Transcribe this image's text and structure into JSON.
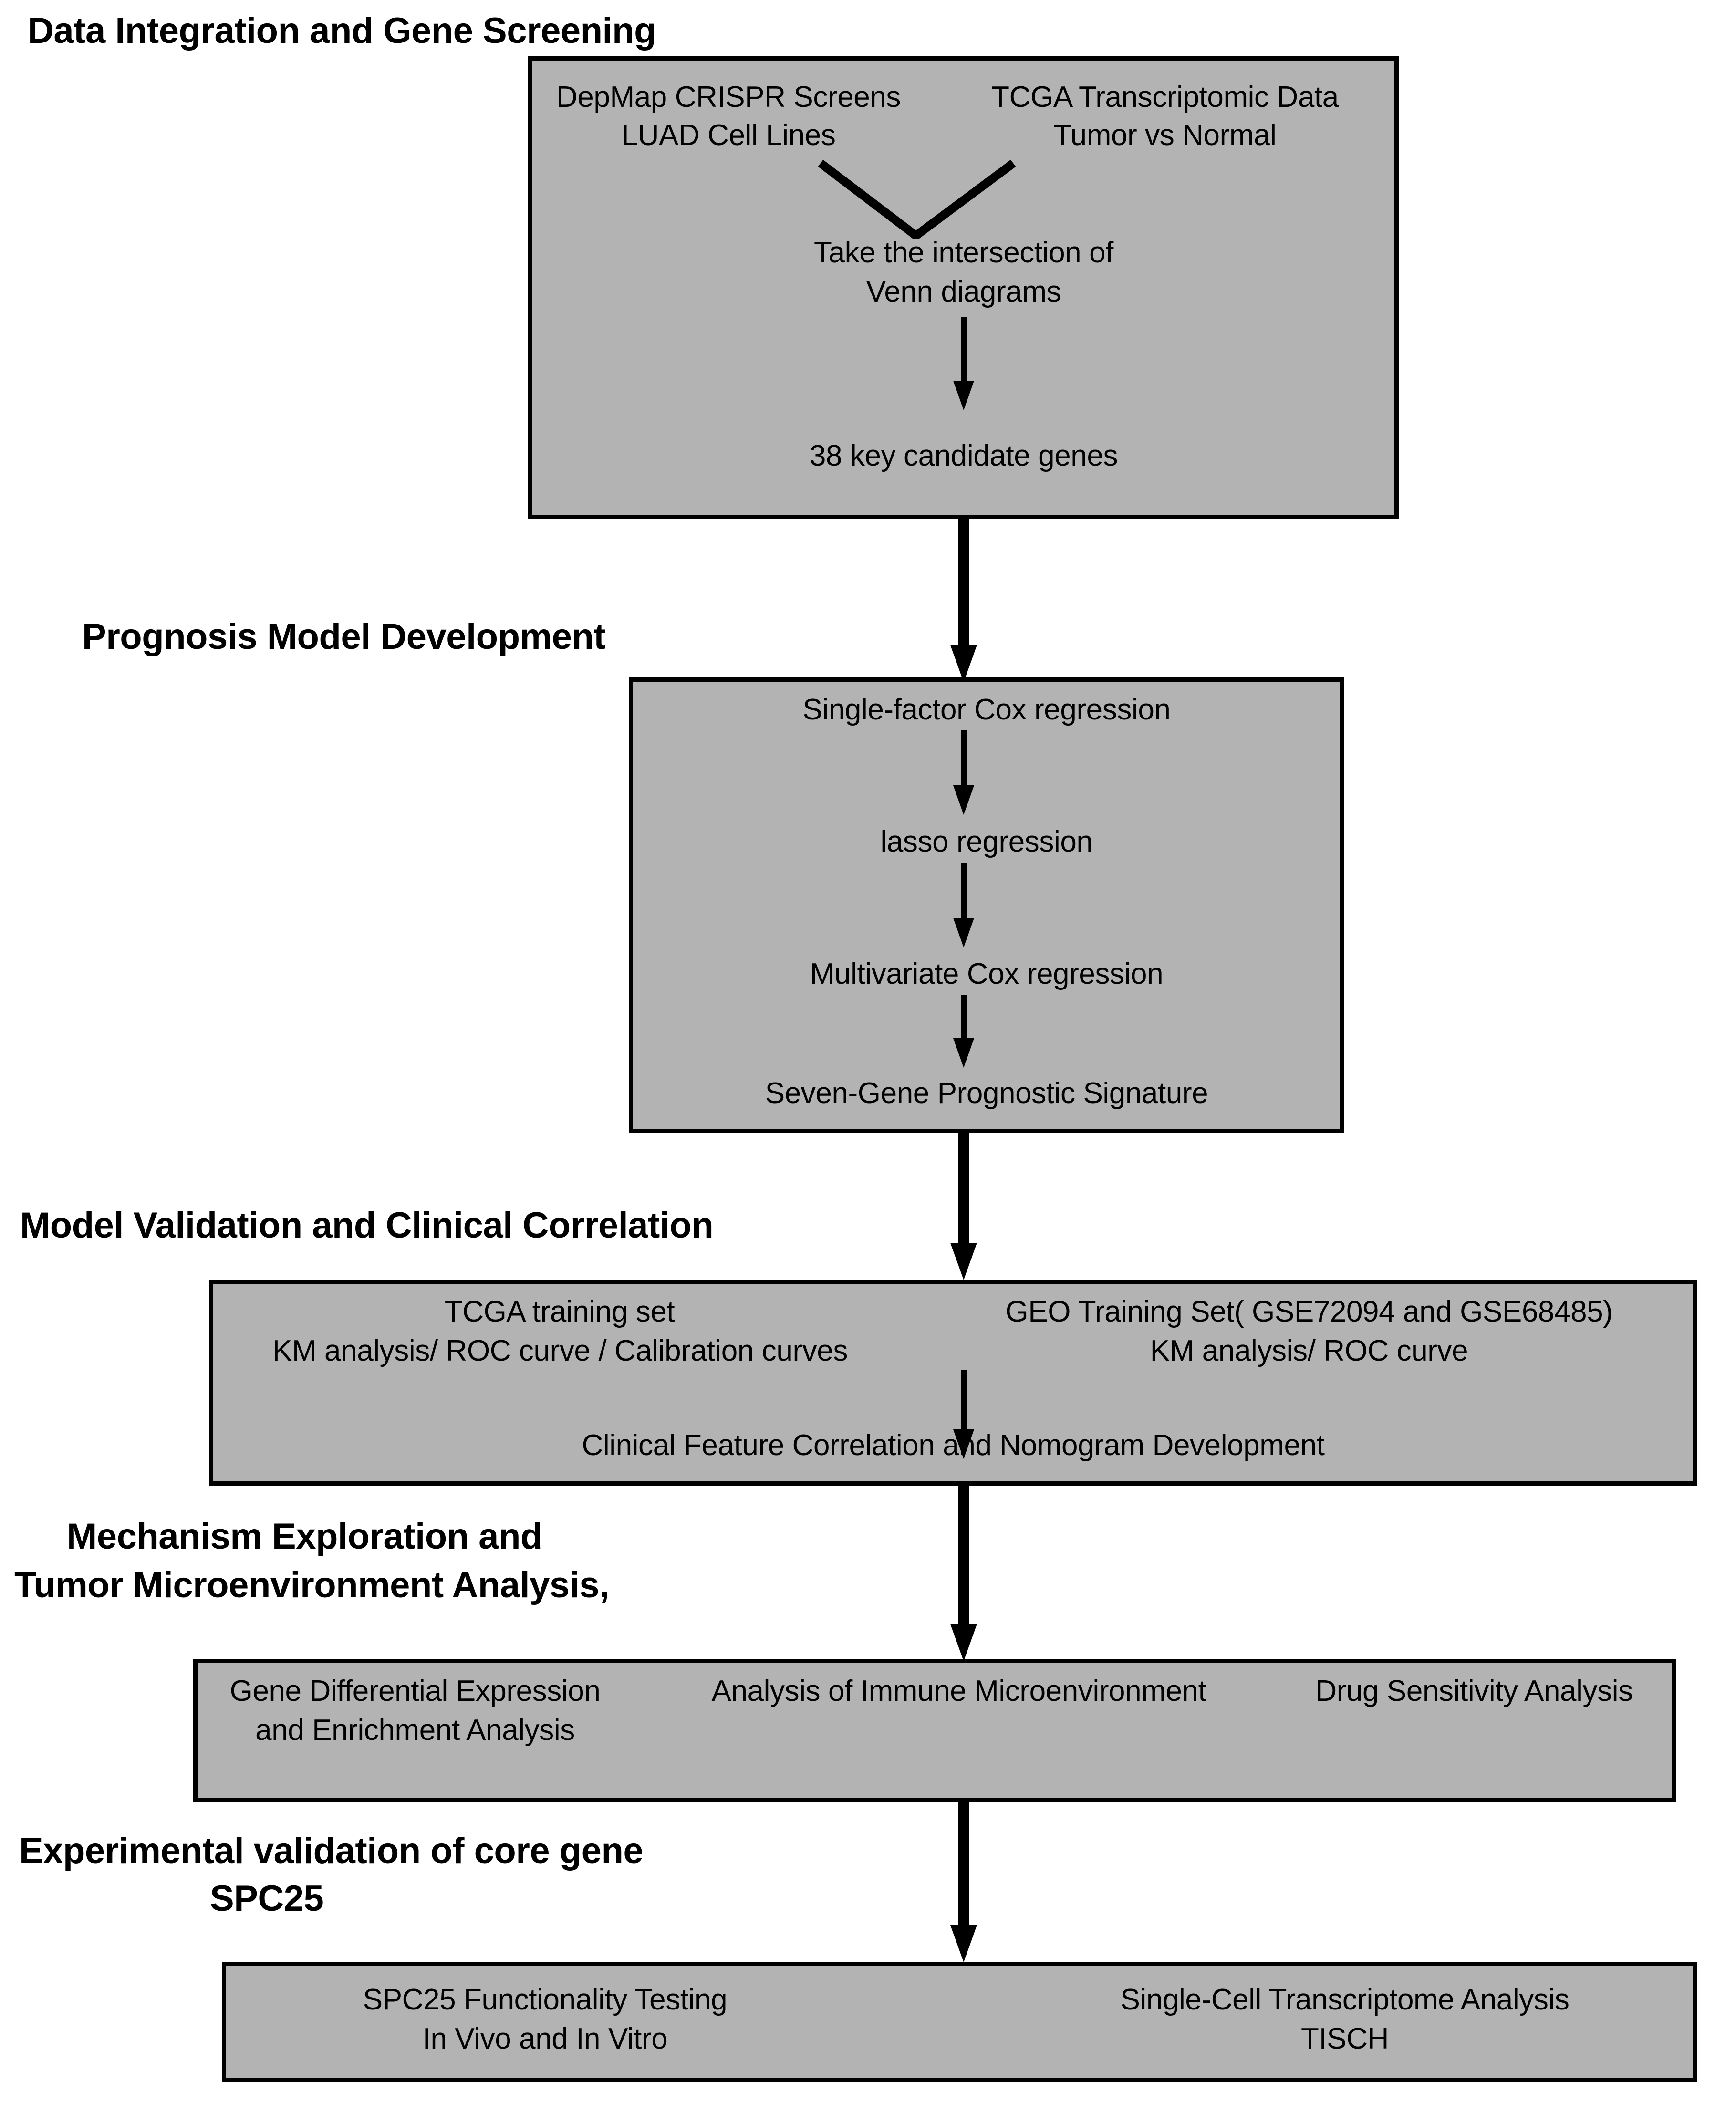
{
  "diagram": {
    "title": "Study workflow flowchart",
    "fill_color": "#b3b3b3",
    "stroke_color": "#000000",
    "background_color": "#ffffff"
  },
  "sections": [
    {
      "id": "data-integration",
      "heading": "Data Integration and Gene Screening",
      "nodes": [
        {
          "id": "depmap",
          "lines": [
            "DepMap CRISPR Screens",
            "LUAD Cell Lines"
          ]
        },
        {
          "id": "tcga",
          "lines": [
            "TCGA Transcriptomic Data",
            "Tumor vs Normal"
          ]
        },
        {
          "id": "intersection",
          "lines": [
            "Take the intersection of",
            "Venn diagrams"
          ]
        },
        {
          "id": "candidates",
          "lines": [
            "38 key candidate genes"
          ]
        }
      ]
    },
    {
      "id": "prognosis-model",
      "heading": "Prognosis Model Development",
      "nodes": [
        {
          "id": "single-cox",
          "lines": [
            "Single-factor Cox regression"
          ]
        },
        {
          "id": "lasso",
          "lines": [
            "lasso regression"
          ]
        },
        {
          "id": "multi-cox",
          "lines": [
            "Multivariate Cox regression"
          ]
        },
        {
          "id": "signature",
          "lines": [
            "Seven-Gene Prognostic Signature"
          ]
        }
      ]
    },
    {
      "id": "model-validation",
      "heading": "Model Validation and Clinical Correlation",
      "nodes": [
        {
          "id": "tcga-training",
          "lines": [
            "TCGA training set",
            "KM analysis/ ROC curve / Calibration curves"
          ]
        },
        {
          "id": "geo-training",
          "lines": [
            "GEO Training Set( GSE72094 and GSE68485)",
            "KM analysis/ ROC curve"
          ]
        },
        {
          "id": "nomogram",
          "lines": [
            "Clinical Feature Correlation and Nomogram Development"
          ]
        }
      ]
    },
    {
      "id": "mechanism",
      "heading": "Mechanism Exploration and\nTumor Microenvironment Analysis,",
      "nodes": [
        {
          "id": "gene-diff",
          "lines": [
            "Gene Differential Expression",
            "and Enrichment Analysis"
          ]
        },
        {
          "id": "immune",
          "lines": [
            "Analysis of Immune Microenvironment"
          ]
        },
        {
          "id": "drug",
          "lines": [
            "Drug Sensitivity Analysis"
          ]
        }
      ]
    },
    {
      "id": "experimental",
      "heading": "Experimental validation of core gene\n        SPC25",
      "nodes": [
        {
          "id": "spc25-func",
          "lines": [
            "SPC25 Functionality Testing",
            "In Vivo and In Vitro"
          ]
        },
        {
          "id": "single-cell",
          "lines": [
            "Single-Cell Transcriptome Analysis",
            "TISCH"
          ]
        }
      ]
    }
  ],
  "text": {
    "heading_1": "Data Integration and Gene Screening",
    "heading_2": "Prognosis Model Development",
    "heading_3": "Model Validation and Clinical Correlation",
    "heading_4_line1": "Mechanism Exploration and",
    "heading_4_line2": "Tumor Microenvironment Analysis,",
    "heading_5_line1": "Experimental validation of core gene",
    "heading_5_line2": "SPC25",
    "n1_depmap_l1": "DepMap CRISPR Screens",
    "n1_depmap_l2": "LUAD Cell Lines",
    "n1_tcga_l1": "TCGA Transcriptomic Data",
    "n1_tcga_l2": "Tumor vs Normal",
    "n1_intersect_l1": "Take the intersection of",
    "n1_intersect_l2": "Venn diagrams",
    "n1_candidates": "38 key candidate genes",
    "n2_single_cox": "Single-factor Cox regression",
    "n2_lasso": "lasso regression",
    "n2_multi_cox": "Multivariate Cox regression",
    "n2_signature": "Seven-Gene Prognostic Signature",
    "n3_tcga_l1": "TCGA training set",
    "n3_tcga_l2": "KM analysis/ ROC curve / Calibration curves",
    "n3_geo_l1": "GEO Training Set( GSE72094 and GSE68485)",
    "n3_geo_l2": "KM analysis/ ROC curve",
    "n3_nomogram": "Clinical Feature Correlation and Nomogram Development",
    "n4_gene_l1": "Gene Differential Expression",
    "n4_gene_l2": "and Enrichment Analysis",
    "n4_immune": "Analysis of Immune Microenvironment",
    "n4_drug": "Drug Sensitivity Analysis",
    "n5_spc25_l1": "SPC25 Functionality Testing",
    "n5_spc25_l2": "In Vivo and In Vitro",
    "n5_sc_l1": "Single-Cell Transcriptome Analysis",
    "n5_sc_l2": "TISCH"
  }
}
